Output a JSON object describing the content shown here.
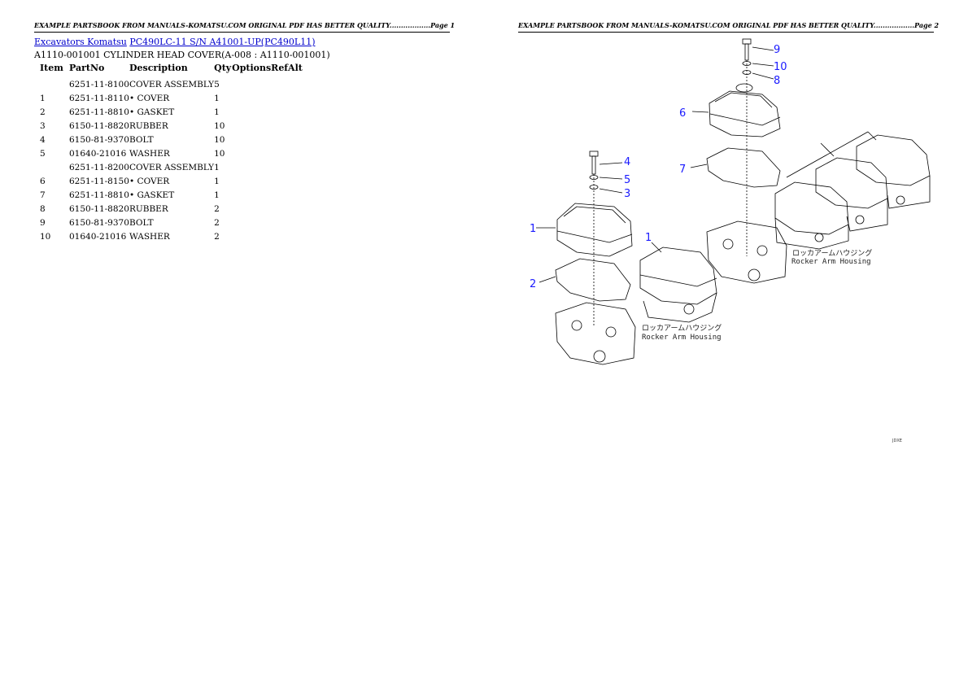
{
  "header": {
    "page1": "EXAMPLE PARTSBOOK FROM MANUALS-KOMATSU.COM ORIGINAL PDF HAS BETTER QUALITY..................Page 1",
    "page2": "EXAMPLE PARTSBOOK FROM MANUALS-KOMATSU.COM ORIGINAL PDF HAS BETTER QUALITY..................Page 2"
  },
  "breadcrumb": {
    "link1": "Excavators Komatsu",
    "link2": "PC490LC-11 S/N A41001-UP(PC490L11)"
  },
  "subtitle": "A1110-001001 CYLINDER HEAD COVER(A-008 : A1110-001001)",
  "table": {
    "headers": [
      "Item",
      "PartNo",
      "Description",
      "Qty",
      "Options",
      "Ref",
      "Alt"
    ],
    "rows": [
      {
        "item": "",
        "part": "6251-11-8100",
        "desc": "COVER ASSEMBLY",
        "qty": "5"
      },
      {
        "item": "1",
        "part": "6251-11-8110",
        "desc": "• COVER",
        "qty": "1"
      },
      {
        "item": "2",
        "part": "6251-11-8810",
        "desc": "• GASKET",
        "qty": "1"
      },
      {
        "item": "3",
        "part": "6150-11-8820",
        "desc": "RUBBER",
        "qty": "10"
      },
      {
        "item": "4",
        "part": "6150-81-9370",
        "desc": "BOLT",
        "qty": "10"
      },
      {
        "item": "5",
        "part": "01640-21016",
        "desc": "WASHER",
        "qty": "10"
      },
      {
        "item": "",
        "part": "6251-11-8200",
        "desc": "COVER ASSEMBLY",
        "qty": "1"
      },
      {
        "item": "6",
        "part": "6251-11-8150",
        "desc": "• COVER",
        "qty": "1"
      },
      {
        "item": "7",
        "part": "6251-11-8810",
        "desc": "• GASKET",
        "qty": "1"
      },
      {
        "item": "8",
        "part": "6150-11-8820",
        "desc": "RUBBER",
        "qty": "2"
      },
      {
        "item": "9",
        "part": "6150-81-9370",
        "desc": "BOLT",
        "qty": "2"
      },
      {
        "item": "10",
        "part": "01640-21016",
        "desc": "WASHER",
        "qty": "2"
      }
    ]
  },
  "diagram": {
    "callouts": [
      "1",
      "2",
      "3",
      "4",
      "5",
      "6",
      "7",
      "8",
      "9",
      "10",
      "1"
    ],
    "label_jp": "ロッカアームハウジング",
    "label_en": "Rocker Arm Housing",
    "code": "JDXE"
  }
}
